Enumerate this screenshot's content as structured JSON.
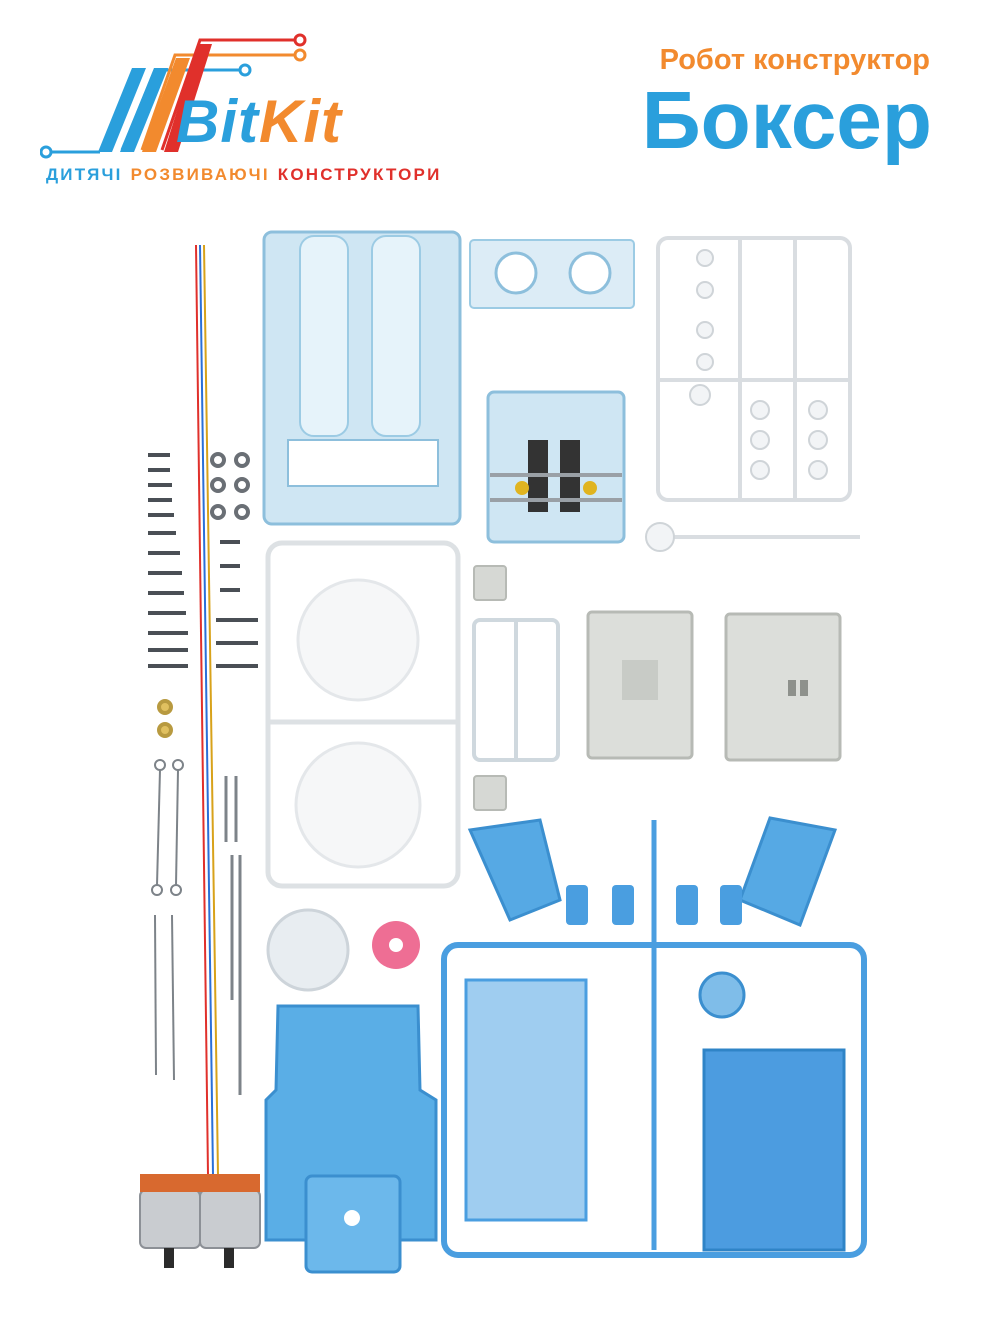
{
  "brand": {
    "logo_text": "BitKit",
    "logo_part_bit": "Bit",
    "logo_part_kit": "Kit",
    "tagline_word_1": "ДИТЯЧІ",
    "tagline_word_2": "РОЗВИВАЮЧІ",
    "tagline_word_3": "КОНСТРУКТОРИ"
  },
  "header": {
    "subtitle": "Робот конструктор",
    "title": "Боксер"
  },
  "colors": {
    "brand_blue": "#2a9fdc",
    "brand_orange": "#f28a2e",
    "brand_red": "#e0302b",
    "plastic_clear_blue": "#b9dcef",
    "plastic_blue": "#4a9ee0",
    "plastic_white": "#f2f4f6",
    "plastic_grey": "#d6d8d4"
  },
  "product_parts": [
    "battery-box-frame",
    "gear-box",
    "eye-plate",
    "white-parts-sprue",
    "screws-set",
    "nuts-and-washers",
    "wire-leads",
    "boxing-gloves-sprue",
    "grey-frame-left",
    "grey-frame-right",
    "small-grey-parts",
    "blue-body-sprue",
    "blue-base-shell",
    "suction-cup",
    "pink-wheel",
    "motor-left",
    "motor-right",
    "metal-rods",
    "wire-links"
  ]
}
